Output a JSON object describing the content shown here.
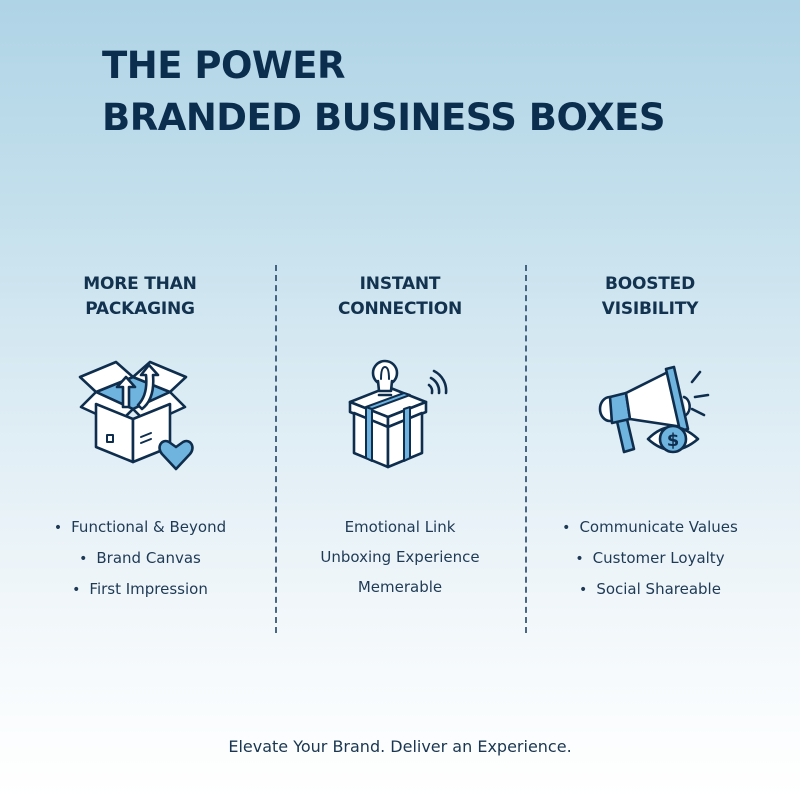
{
  "title": {
    "line1": "THE POWER",
    "line2": "BRANDED BUSINESS BOXES"
  },
  "columns": [
    {
      "heading_line1": "MORE THAN",
      "heading_line2": "PACKAGING",
      "icon": "open-box-arrow-heart-icon",
      "bullet_style": "dot",
      "bullets": [
        "Functional & Beyond",
        "Brand Canvas",
        "First Impression"
      ]
    },
    {
      "heading_line1": "INSTANT",
      "heading_line2": "CONNECTION",
      "icon": "gift-box-lightbulb-icon",
      "bullet_style": "none",
      "bullets": [
        "Emotional Link",
        "Unboxing Experience",
        "Memerable"
      ]
    },
    {
      "heading_line1": "BOOSTED",
      "heading_line2": "VISIBILITY",
      "icon": "megaphone-eye-dollar-icon",
      "bullet_style": "dot",
      "bullets": [
        "Communicate Values",
        "Customer Loyalty",
        "Social Shareable"
      ]
    }
  ],
  "tagline": "Elevate Your Brand. Deliver an Experience.",
  "colors": {
    "background_top": "#afd4e6",
    "background_bottom": "#ffffff",
    "title": "#0b2d4e",
    "text": "#1a3650",
    "icon_stroke": "#0f2e4d",
    "icon_fill": "#6fb3df"
  }
}
